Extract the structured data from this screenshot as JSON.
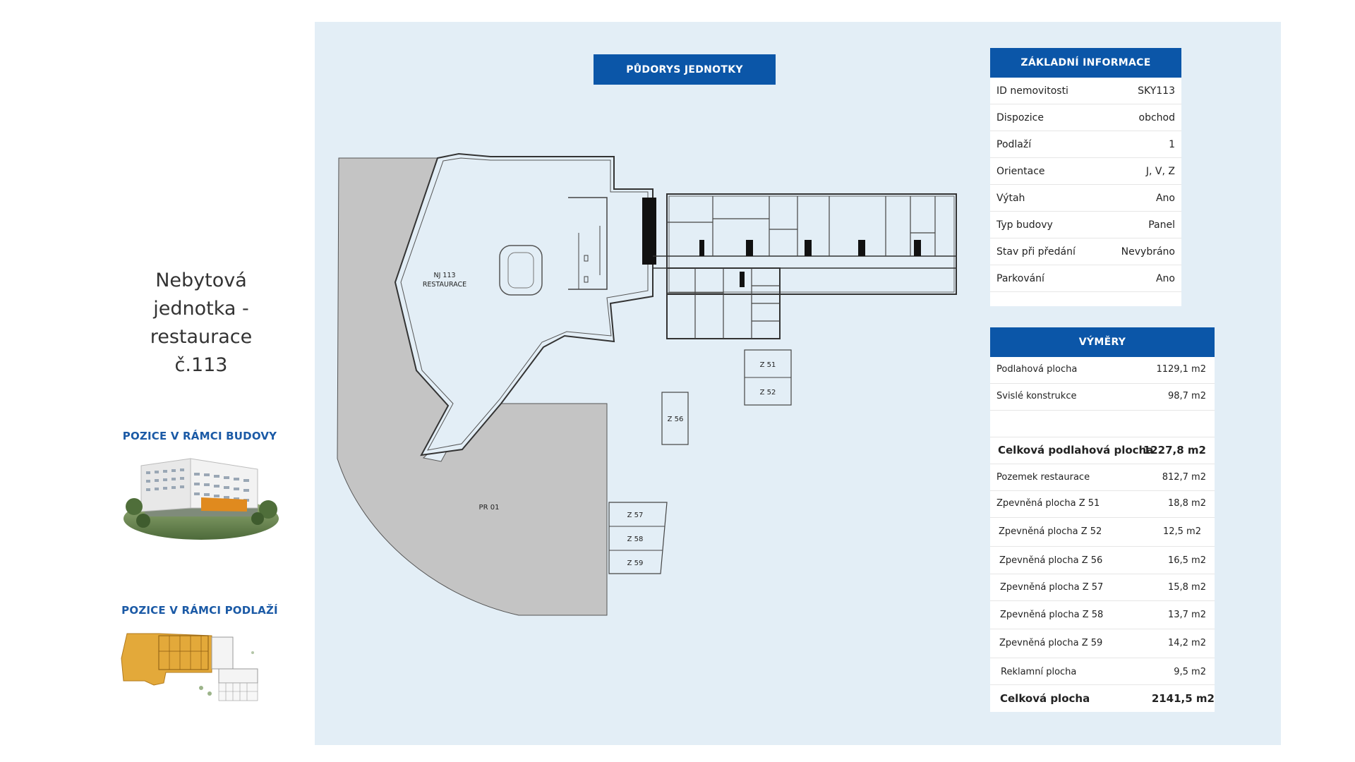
{
  "left": {
    "title_lines": [
      "Nebytová",
      "jednotka -",
      "restaurace",
      "č.113"
    ],
    "building_position_heading": "POZICE V RÁMCI BUDOVY",
    "floor_position_heading": "POZICE V RÁMCI PODLAŽÍ"
  },
  "plan": {
    "heading": "PŮDORYS JEDNOTKY",
    "labels": {
      "unit_line1": "NJ 113",
      "unit_line2": "RESTAURACE",
      "pr01": "PR 01",
      "z51": "Z 51",
      "z52": "Z 52",
      "z56": "Z 56",
      "z57": "Z 57",
      "z58": "Z 58",
      "z59": "Z 59"
    }
  },
  "info": {
    "heading": "ZÁKLADNÍ INFORMACE",
    "rows": [
      {
        "label": "ID nemovitosti",
        "value": "SKY113"
      },
      {
        "label": "Dispozice",
        "value": "obchod"
      },
      {
        "label": "Podlaží",
        "value": "1"
      },
      {
        "label": "Orientace",
        "value": "J, V, Z"
      },
      {
        "label": "Výtah",
        "value": "Ano"
      },
      {
        "label": "Typ budovy",
        "value": "Panel"
      },
      {
        "label": "Stav při předání",
        "value": "Nevybráno"
      },
      {
        "label": "Parkování",
        "value": "Ano"
      }
    ]
  },
  "areas": {
    "heading": "VÝMĚRY",
    "rows": [
      {
        "label": "Podlahová plocha",
        "value": "1129,1 m2"
      },
      {
        "label": "Svislé konstrukce",
        "value": "98,7 m2"
      },
      {
        "label": "",
        "value": ""
      },
      {
        "label": "Celková podlahová plocha",
        "value": "1227,8 m2"
      },
      {
        "label": "Pozemek restaurace",
        "value": "812,7 m2"
      },
      {
        "label": "Zpevněná plocha Z 51",
        "value": "18,8 m2"
      },
      {
        "label": "Zpevněná plocha Z 52",
        "value": "12,5 m2"
      },
      {
        "label": "Zpevněná plocha Z 56",
        "value": "16,5 m2"
      },
      {
        "label": "Zpevněná plocha Z 57",
        "value": "15,8 m2"
      },
      {
        "label": "Zpevněná plocha Z 58",
        "value": "13,7 m2"
      },
      {
        "label": "Zpevněná plocha Z 59",
        "value": "14,2 m2"
      },
      {
        "label": "Reklamní plocha",
        "value": "9,5 m2"
      },
      {
        "label": "Celková plocha",
        "value": "2141,5 m2"
      }
    ]
  }
}
